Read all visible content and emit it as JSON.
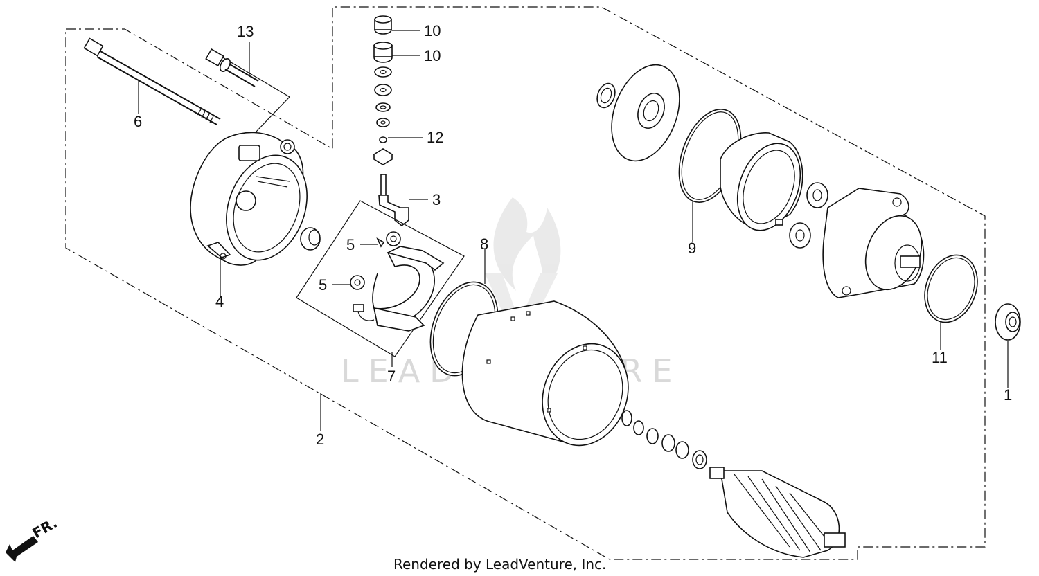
{
  "callouts": {
    "c13": "13",
    "c10a": "10",
    "c10b": "10",
    "c12": "12",
    "c6": "6",
    "c3": "3",
    "c4": "4",
    "c5a": "5",
    "c5b": "5",
    "c8": "8",
    "c9": "9",
    "c7": "7",
    "c11": "11",
    "c1": "1",
    "c2": "2"
  },
  "watermark": "LEADVENTURE",
  "front_arrow_label": "FR.",
  "footer": "Rendered by LeadVenture, Inc."
}
